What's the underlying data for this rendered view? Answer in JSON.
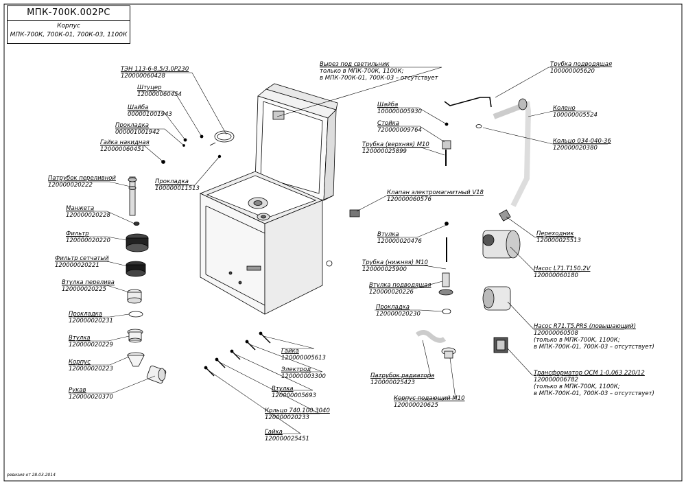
{
  "title_block": {
    "code": "МПК-700К.002РС",
    "name": "Корпус",
    "models": "МПК-700К, 700К-01, 700К-03, 1100К"
  },
  "revision_note": "ревизия от 28.03.2014",
  "parts": {
    "ten": {
      "name": "ТЭН 113-6-8,5/3,0Р230",
      "code": "120000060428"
    },
    "shtucer": {
      "name": "Штуцер",
      "code": "120000060454"
    },
    "shaiba_left": {
      "name": "Шайба",
      "code": "000001001943"
    },
    "prokladka_left": {
      "name": "Прокладка",
      "code": "000001001942"
    },
    "gaika_nakidnaya": {
      "name": "Гайка накидная",
      "code": "120000060451"
    },
    "prokladka_center": {
      "name": "Прокладка",
      "code": "100000011513"
    },
    "patrubok_pereliv": {
      "name": "Патрубок переливной",
      "code": "120000020222"
    },
    "manzheta": {
      "name": "Манжета",
      "code": "120000020228"
    },
    "filtr": {
      "name": "Фильтр",
      "code": "120000020220"
    },
    "filtr_setch": {
      "name": "Фильтр сетчатый",
      "code": "120000020221"
    },
    "vtulka_pereliva": {
      "name": "Втулка перелива",
      "code": "120000020225"
    },
    "prokladka_231": {
      "name": "Прокладка",
      "code": "120000020231"
    },
    "vtulka_229": {
      "name": "Втулка",
      "code": "120000020229"
    },
    "korpus_223": {
      "name": "Корпус",
      "code": "120000020223"
    },
    "rukav": {
      "name": "Рукав",
      "code": "120000020370"
    },
    "vyrez": {
      "line1": "Вырез под светильник",
      "line2": "только в МПК-700К, 1100К;",
      "line3": "в МПК-700К-01, 700К-03 – отсутствует"
    },
    "trubka_podv": {
      "name": "Трубка подводящая",
      "code": "100000005620"
    },
    "koleno": {
      "name": "Колено",
      "code": "100000005524"
    },
    "kolco_034": {
      "name": "Кольцо 034-040-36",
      "code": "120000020380"
    },
    "shaiba_right": {
      "name": "Шайба",
      "code": "100000005930"
    },
    "stoika": {
      "name": "Стойка",
      "code": "720000009764"
    },
    "trubka_verh": {
      "name": "Трубка (верхняя) М10",
      "code": "120000025899"
    },
    "klapan": {
      "name": "Клапан электромагнитный V18",
      "code": "120000060576"
    },
    "perehodnik": {
      "name": "Переходник",
      "code": "120000025513"
    },
    "vtulka_476": {
      "name": "Втулка",
      "code": "120000020476"
    },
    "nasos_l71": {
      "name": "Насос L71.T150.2V",
      "code": "120000060180"
    },
    "trubka_nizh": {
      "name": "Трубка (нижняя) М10",
      "code": "120000025900"
    },
    "vtulka_podv": {
      "name": "Втулка подводящая",
      "code": "120000020226"
    },
    "prokladka_230": {
      "name": "Прокладка",
      "code": "120000020230"
    },
    "nasos_r71": {
      "name": "Насос R71.T5.PRS (повышающий)",
      "code": "120000060508",
      "line3": "(только в МПК-700К, 1100К;",
      "line4": "в МПК-700К-01, 700К-03 – отсутствует)"
    },
    "gaika_613": {
      "name": "Гайка",
      "code": "120000005613"
    },
    "elektrod": {
      "name": "Электрод",
      "code": "120000003300"
    },
    "vtulka_693": {
      "name": "Втулка",
      "code": "120000005693"
    },
    "kolco_740": {
      "name": "Кольцо 740.100.3040",
      "code": "120000020233"
    },
    "gaika_451": {
      "name": "Гайка",
      "code": "120000025451"
    },
    "patrubok_radiat": {
      "name": "Патрубок радиатора",
      "code": "120000025423"
    },
    "korpus_podv": {
      "name": "Корпус подающий М10",
      "code": "120000020625"
    },
    "transformator": {
      "name": "Трансформатор ОСМ 1-0,063  220/12",
      "code": "120000006782",
      "line3": "(только в МПК-700К, 1100К;",
      "line4": "в МПК-700К-01, 700К-03 – отсутствует)"
    }
  }
}
